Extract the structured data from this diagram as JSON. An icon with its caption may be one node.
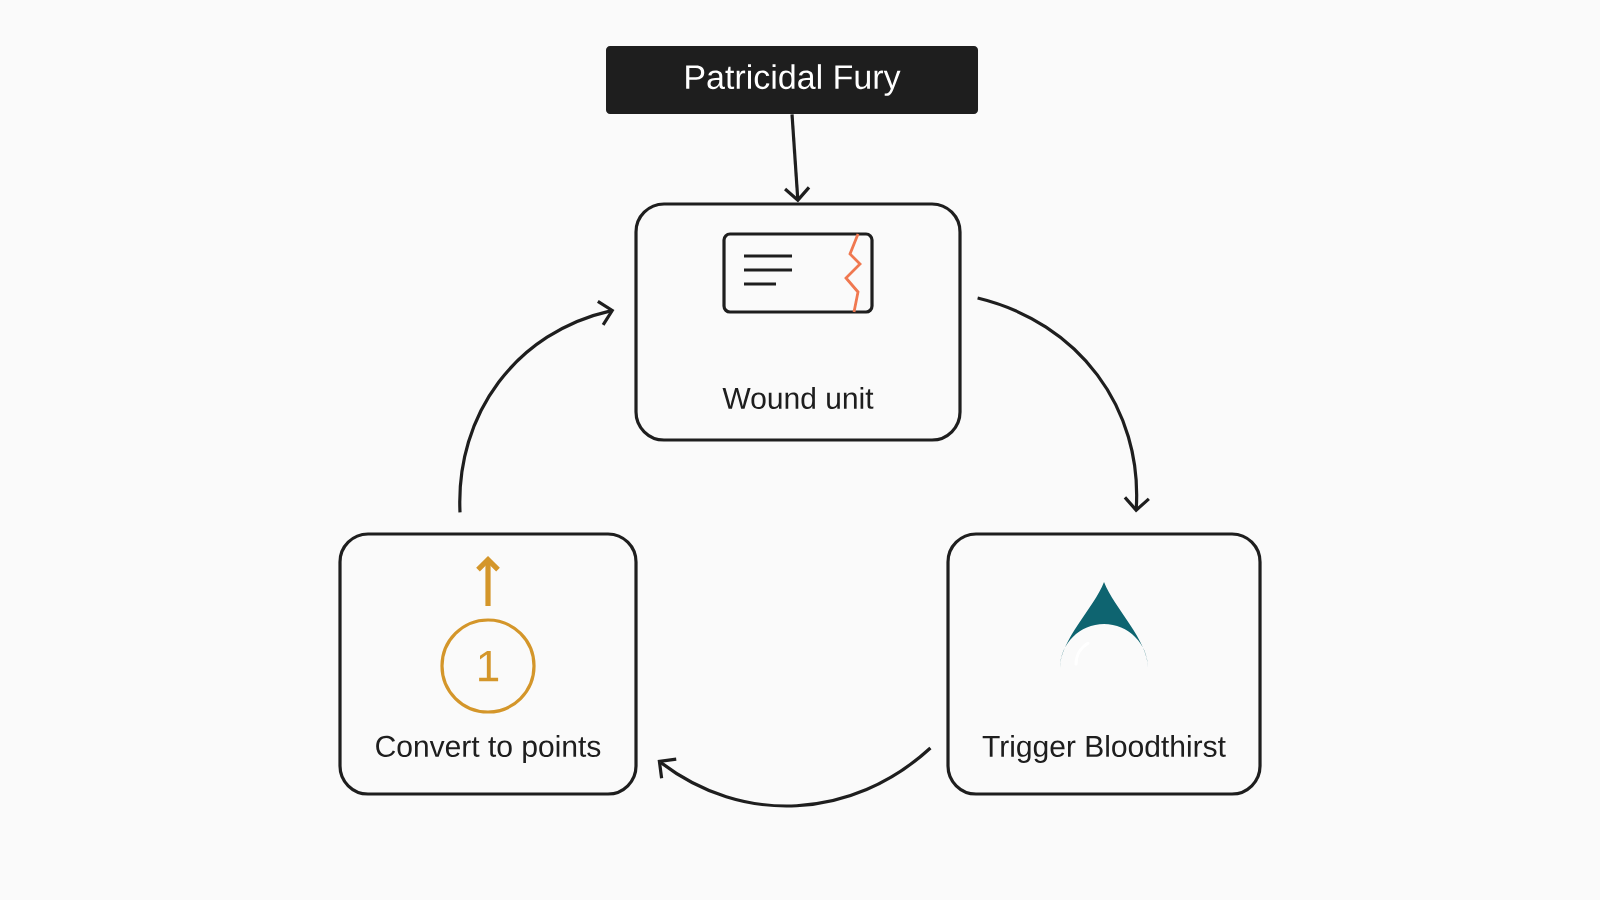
{
  "diagram": {
    "nodes": [
      {
        "text": [
          "Patricidal Fury"
        ]
      },
      {
        "text": [
          "Wound unit"
        ]
      },
      {
        "text": [
          "Trigger Bloodthirst"
        ]
      },
      {
        "text": [
          "1",
          "Convert to points"
        ]
      }
    ],
    "edges": [
      {
        "from": 0,
        "to": 1,
        "arrow": "to"
      },
      {
        "from": 1,
        "to": 2,
        "arrow": "to"
      },
      {
        "from": 2,
        "to": 3,
        "arrow": "to"
      },
      {
        "from": 3,
        "to": 1,
        "arrow": "to"
      }
    ]
  }
}
